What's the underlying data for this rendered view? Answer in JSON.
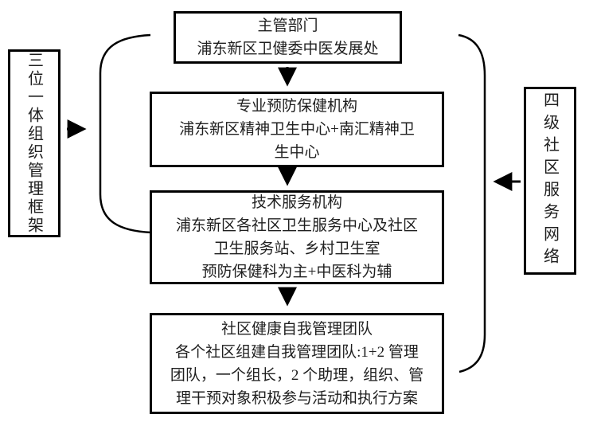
{
  "diagram": {
    "background_color": "#ffffff",
    "line_color": "#000000",
    "text_color": "#1f1f1f",
    "left_panel": {
      "label": "三位一体组织管理框架"
    },
    "right_panel": {
      "label": "四级社区服务网络"
    },
    "boxes": [
      {
        "title": "主管部门",
        "lines": [
          "浦东新区卫健委中医发展处"
        ]
      },
      {
        "title": "专业预防保健机构",
        "lines": [
          "浦东新区精神卫生中心+南汇精神卫",
          "生中心"
        ]
      },
      {
        "title": "技术服务机构",
        "lines": [
          "浦东新区各社区卫生服务中心及社区",
          "卫生服务站、乡村卫生室",
          "预防保健科为主+中医科为辅"
        ]
      },
      {
        "title": "社区健康自我管理团队",
        "lines": [
          "各个社区组建自我管理团队:1+2 管理",
          "团队，一个组长，2 个助理，组织、管",
          "理干预对象积极参与活动和执行方案"
        ]
      }
    ]
  }
}
